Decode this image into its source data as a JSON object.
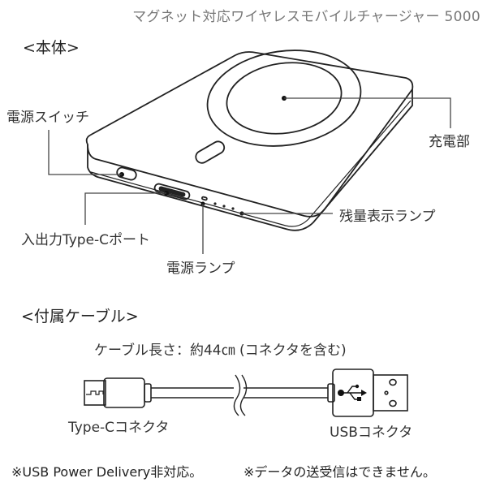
{
  "header": {
    "title": "マグネット対応ワイヤレスモバイルチャージャー 5000"
  },
  "body_section": {
    "heading": "<本体>",
    "labels": {
      "power_switch": "電源スイッチ",
      "charging_area": "充電部",
      "battery_level_lamps": "残量表示ランプ",
      "io_port": "入出力Type-Cポート",
      "power_lamp": "電源ランプ"
    }
  },
  "cable_section": {
    "heading": "<付属ケーブル>",
    "length_note": "ケーブル長さ：約44㎝ (コネクタを含む)",
    "labels": {
      "type_c_connector": "Type-Cコネクタ",
      "usb_connector": "USBコネクタ"
    },
    "usb_symbol": "usb-trident-icon"
  },
  "footer": {
    "notes": [
      "※USB Power Delivery非対応。",
      "※データの送受信はできません。"
    ]
  },
  "colors": {
    "line": "#222222",
    "title_text": "#777777",
    "leader_line": "#555555"
  }
}
